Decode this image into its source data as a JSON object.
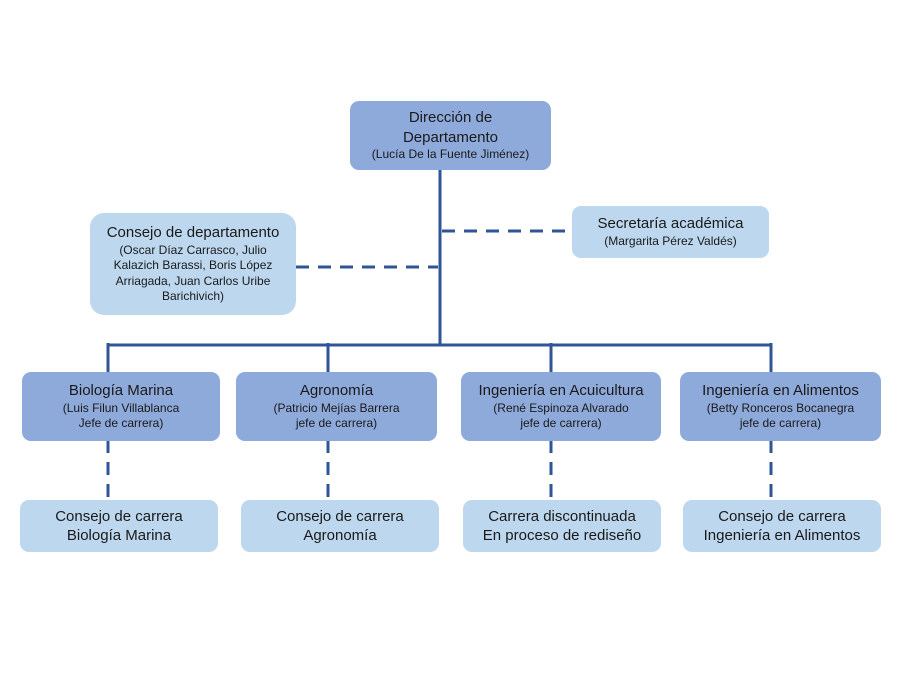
{
  "colors": {
    "box_dark": "#8eaadb",
    "box_light": "#bdd7ee",
    "connector": "#2f5597"
  },
  "direccion": {
    "title1": "Dirección de",
    "title2": "Departamento",
    "person": "(Lucía De la Fuente Jiménez)"
  },
  "consejo_departamento": {
    "title": "Consejo de departamento",
    "line1": "(Oscar Díaz Carrasco, Julio",
    "line2": "Kalazich Barassi, Boris López",
    "line3": "Arriagada,  Juan Carlos Uribe",
    "line4": "Barichivich)"
  },
  "secretaria": {
    "title": "Secretaría académica",
    "person": "(Margarita Pérez Valdés)"
  },
  "carreras": [
    {
      "title": "Biología Marina",
      "line1": "(Luis Filun Villablanca",
      "line2": "Jefe de carrera)",
      "sub1": "Consejo de carrera",
      "sub2": "Biología Marina"
    },
    {
      "title": "Agronomía",
      "line1": "(Patricio Mejías Barrera",
      "line2": "jefe de carrera)",
      "sub1": "Consejo de carrera",
      "sub2": "Agronomía"
    },
    {
      "title": "Ingeniería en Acuicultura",
      "line1": "(René Espinoza Alvarado",
      "line2": "jefe de carrera)",
      "sub1": "Carrera discontinuada",
      "sub2": "En proceso de rediseño"
    },
    {
      "title": "Ingeniería en Alimentos",
      "line1": "(Betty Ronceros Bocanegra",
      "line2": "jefe de carrera)",
      "sub1": "Consejo de carrera",
      "sub2": "Ingeniería en Alimentos"
    }
  ]
}
